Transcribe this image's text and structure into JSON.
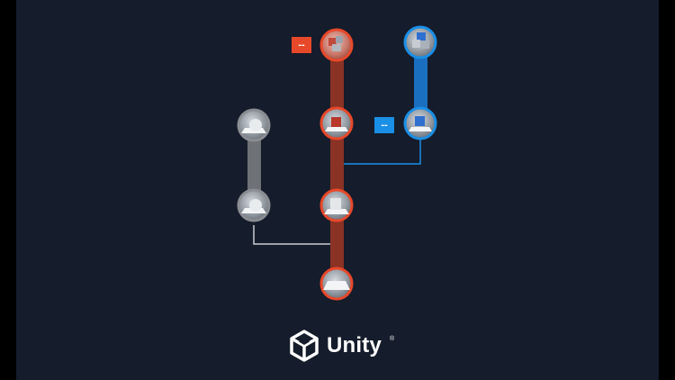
{
  "diagram": {
    "branch_colors": {
      "red": "#e8482a",
      "blue": "#1a8fe6",
      "gray": "#8a8d92"
    },
    "nodes": [
      {
        "id": "red-top",
        "branch": "red",
        "icon": "cube-scene-icon"
      },
      {
        "id": "red-2",
        "branch": "red",
        "icon": "cube-on-plane-icon"
      },
      {
        "id": "red-3",
        "branch": "red",
        "icon": "cube-on-plane-icon"
      },
      {
        "id": "red-base",
        "branch": "red",
        "icon": "plane-icon"
      },
      {
        "id": "blue-top",
        "branch": "blue",
        "icon": "cube-scene-icon"
      },
      {
        "id": "blue-2",
        "branch": "blue",
        "icon": "cube-on-plane-icon"
      },
      {
        "id": "gray-top",
        "branch": "gray",
        "icon": "sphere-on-plane-icon"
      },
      {
        "id": "gray-2",
        "branch": "gray",
        "icon": "sphere-on-plane-icon"
      }
    ],
    "tags": {
      "red": "--",
      "blue": "--"
    }
  },
  "brand": {
    "logo_icon": "unity-cube-icon",
    "name": "Unity",
    "mark": "®"
  }
}
